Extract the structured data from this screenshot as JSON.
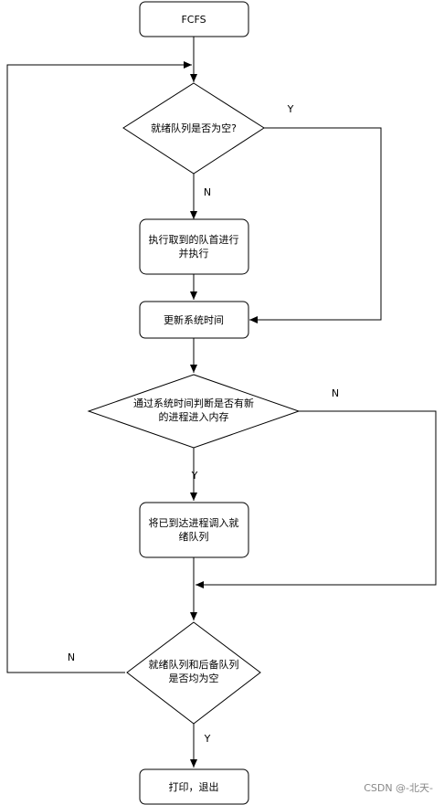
{
  "nodes": {
    "fcfs": "FCFS",
    "ready_empty": "就绪队列是否为空?",
    "exec_line1": "执行取到的队首进行",
    "exec_line2": "并执行",
    "update_time": "更新系统时间",
    "check_line1": "通过系统时间判断是否有新",
    "check_line2": "的进程进入内存",
    "move_line1": "将已到达进程调入就",
    "move_line2": "绪队列",
    "both_line1": "就绪队列和后备队列",
    "both_line2": "是否均为空",
    "print_exit": "打印，退出"
  },
  "edge_labels": {
    "ready_empty_yes": "Y",
    "ready_empty_no": "N",
    "check_no": "N",
    "check_yes": "Y",
    "both_no": "N",
    "both_yes": "Y"
  },
  "watermark": "CSDN @-北天-"
}
